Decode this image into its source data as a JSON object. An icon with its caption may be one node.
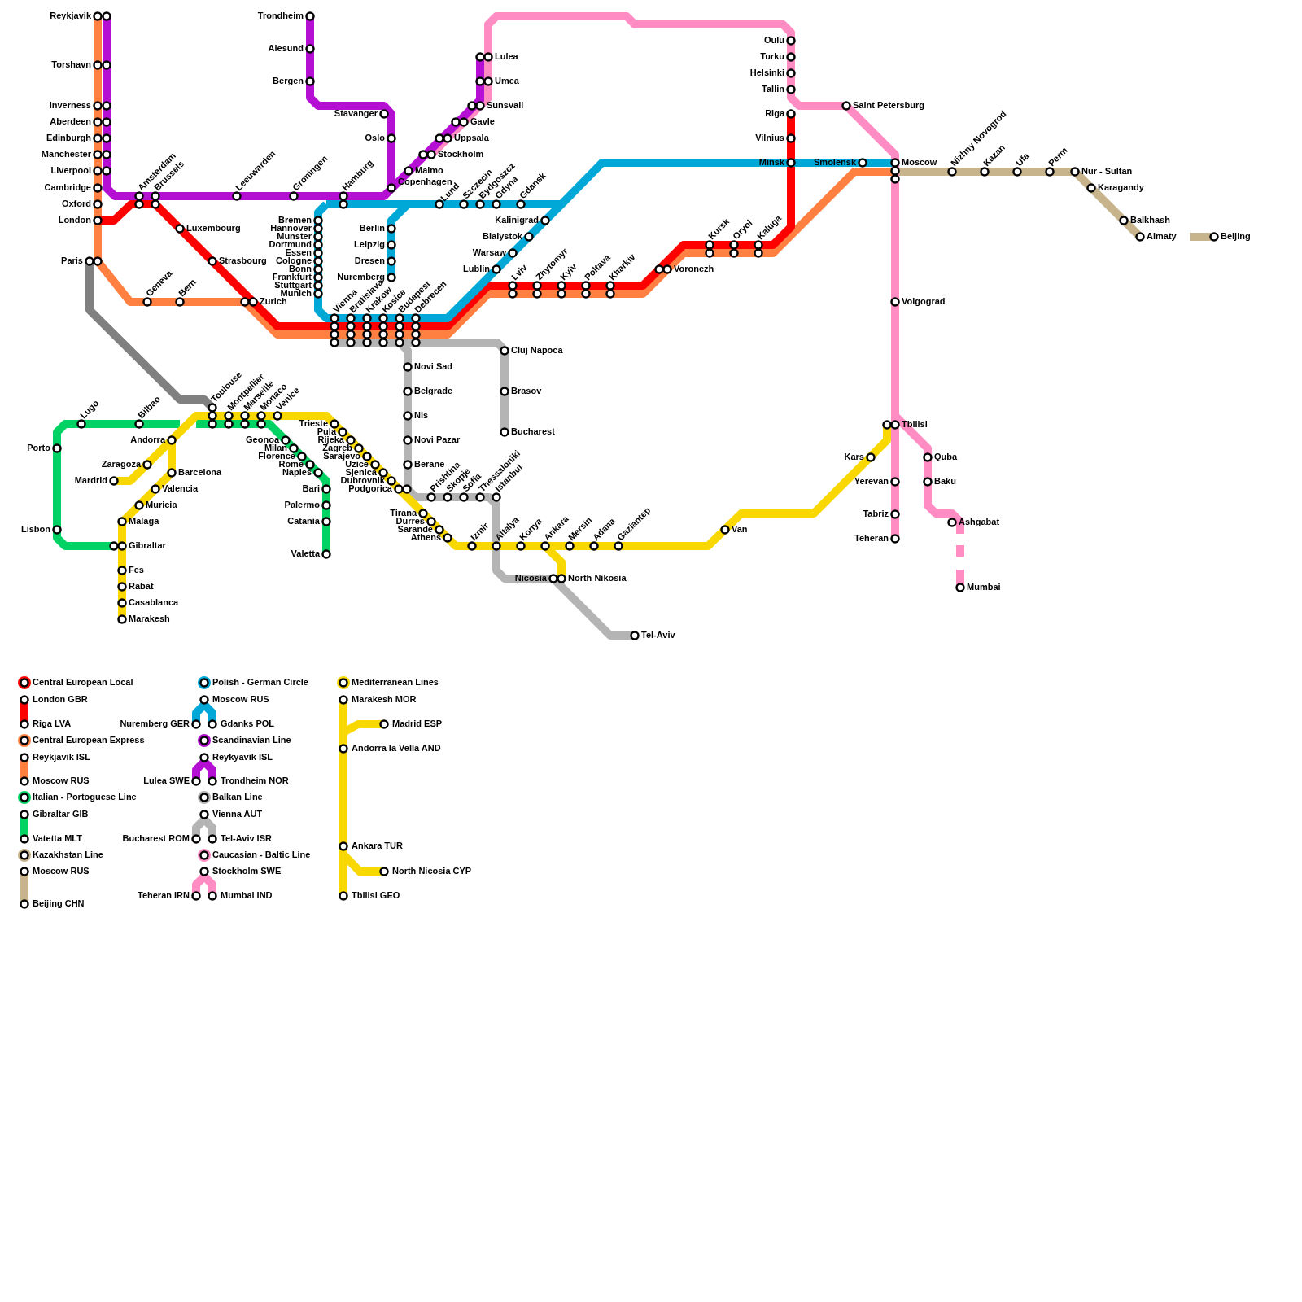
{
  "diagram": {
    "labels": [
      "Reykjavik",
      "Trondheim",
      "Oulu",
      "Alesund",
      "Lulea",
      "Turku",
      "Torshavn",
      "Helsinki",
      "Bergen",
      "Umea",
      "Tallin",
      "Inverness",
      "Sunsvall",
      "Saint Petersburg",
      "Stavanger",
      "Riga",
      "Aberdeen",
      "Gavle",
      "Edinburgh",
      "Oslo",
      "Uppsala",
      "Vilnius",
      "Manchester",
      "Stockholm",
      "Liverpool",
      "Malmo",
      "Minsk",
      "Smolensk",
      "Moscow",
      "Nizhny Novogrod",
      "Kazan",
      "Ufa",
      "Perm",
      "Nur - Sultan",
      "Cambridge",
      "Amsterdam",
      "Brussels",
      "Leeuwarden",
      "Groningen",
      "Hamburg",
      "Copenhagen",
      "Lund",
      "Szczecin",
      "Bydgoszcz",
      "Gdyna",
      "Gdansk",
      "Karagandy",
      "Oxford",
      "London",
      "Luxembourg",
      "Bremen",
      "Hannover",
      "Munster",
      "Dortmund",
      "Essen",
      "Cologne",
      "Bonn",
      "Frankfurt",
      "Stuttgart",
      "Munich",
      "Berlin",
      "Leipzig",
      "Dresen",
      "Nuremberg",
      "Kalinigrad",
      "Bialystok",
      "Warsaw",
      "Lublin",
      "Balkhash",
      "Almaty",
      "Beijing",
      "Kursk",
      "Oryol",
      "Kaluga",
      "Paris",
      "Strasbourg",
      "Voronezh",
      "Lviv",
      "Zhytomyr",
      "Kyiv",
      "Poltava",
      "Kharkiv",
      "Geneva",
      "Bern",
      "Zurich",
      "Volgograd",
      "Vienna",
      "Bratislava",
      "Krakow",
      "Kosice",
      "Budapest",
      "Debrecen",
      "Cluj Napoca",
      "Novi Sad",
      "Belgrade",
      "Brasov",
      "Toulouse",
      "Montpellier",
      "Marseille",
      "Monaco",
      "Venice",
      "Lugo",
      "Bilbao",
      "Nis",
      "Trieste",
      "Tbilisi",
      "Pula",
      "Bucharest",
      "Andorra",
      "Geonoa",
      "Rijeka",
      "Novi Pazar",
      "Porto",
      "Milan",
      "Zagreb",
      "Florence",
      "Sarajevo",
      "Kars",
      "Quba",
      "Zaragoza",
      "Rome",
      "Uzice",
      "Berane",
      "Barcelona",
      "Naples",
      "Sjenica",
      "Mardrid",
      "Dubrovnik",
      "Yerevan",
      "Baku",
      "Valencia",
      "Bari",
      "Podgorica",
      "Prishtina",
      "Skopje",
      "Sofia",
      "Thessaloniki",
      "Istanbul",
      "Muricia",
      "Palermo",
      "Tirana",
      "Tabriz",
      "Malaga",
      "Catania",
      "Durres",
      "Ashgabat",
      "Lisbon",
      "Sarande",
      "Van",
      "Athens",
      "Teheran",
      "Gibraltar",
      "Izmir",
      "Altalya",
      "Konya",
      "Ankara",
      "Mersin",
      "Adana",
      "Gaziantep",
      "Valetta",
      "Fes",
      "Nicosia",
      "North Nikosia",
      "Rabat",
      "Mumbai",
      "Casablanca",
      "Marakesh",
      "Tel-Aviv"
    ],
    "legend": [
      {
        "text": "Central European Local",
        "color": "#ff0000"
      },
      {
        "text": "London GBR"
      },
      {
        "text": "Riga LVA"
      },
      {
        "text": "Central European Express",
        "color": "#ff8040"
      },
      {
        "text": "Reykjavik ISL"
      },
      {
        "text": "Moscow RUS"
      },
      {
        "text": "Italian - Portoguese Line",
        "color": "#00d264"
      },
      {
        "text": "Gibraltar GIB"
      },
      {
        "text": "Vatetta MLT"
      },
      {
        "text": "Kazakhstan Line",
        "color": "#c8b48c"
      },
      {
        "text": "Moscow RUS"
      },
      {
        "text": "Beijing CHN"
      },
      {
        "text": "Polish - German Circle",
        "color": "#00a8d8"
      },
      {
        "text": "Moscow RUS"
      },
      {
        "text": "Nuremberg GER"
      },
      {
        "text": "Gdanks POL"
      },
      {
        "text": "Scandinavian Line",
        "color": "#b40fd2"
      },
      {
        "text": "Reykyavik ISL"
      },
      {
        "text": "Lulea SWE"
      },
      {
        "text": "Trondheim NOR"
      },
      {
        "text": "Balkan Line",
        "color": "#b4b4b4"
      },
      {
        "text": "Vienna AUT"
      },
      {
        "text": "Bucharest ROM"
      },
      {
        "text": "Tel-Aviv ISR"
      },
      {
        "text": "Caucasian - Baltic Line",
        "color": "#ff8cc3"
      },
      {
        "text": "Stockholm SWE"
      },
      {
        "text": "Teheran IRN"
      },
      {
        "text": "Mumbai IND"
      },
      {
        "text": "Mediterranean Lines",
        "color": "#f8d800"
      },
      {
        "text": "Marakesh MOR"
      },
      {
        "text": "Madrid ESP"
      },
      {
        "text": "Andorra la Vella AND"
      },
      {
        "text": "Ankara TUR"
      },
      {
        "text": "North Nicosia CYP"
      },
      {
        "text": "Tbilisi GEO"
      }
    ]
  }
}
